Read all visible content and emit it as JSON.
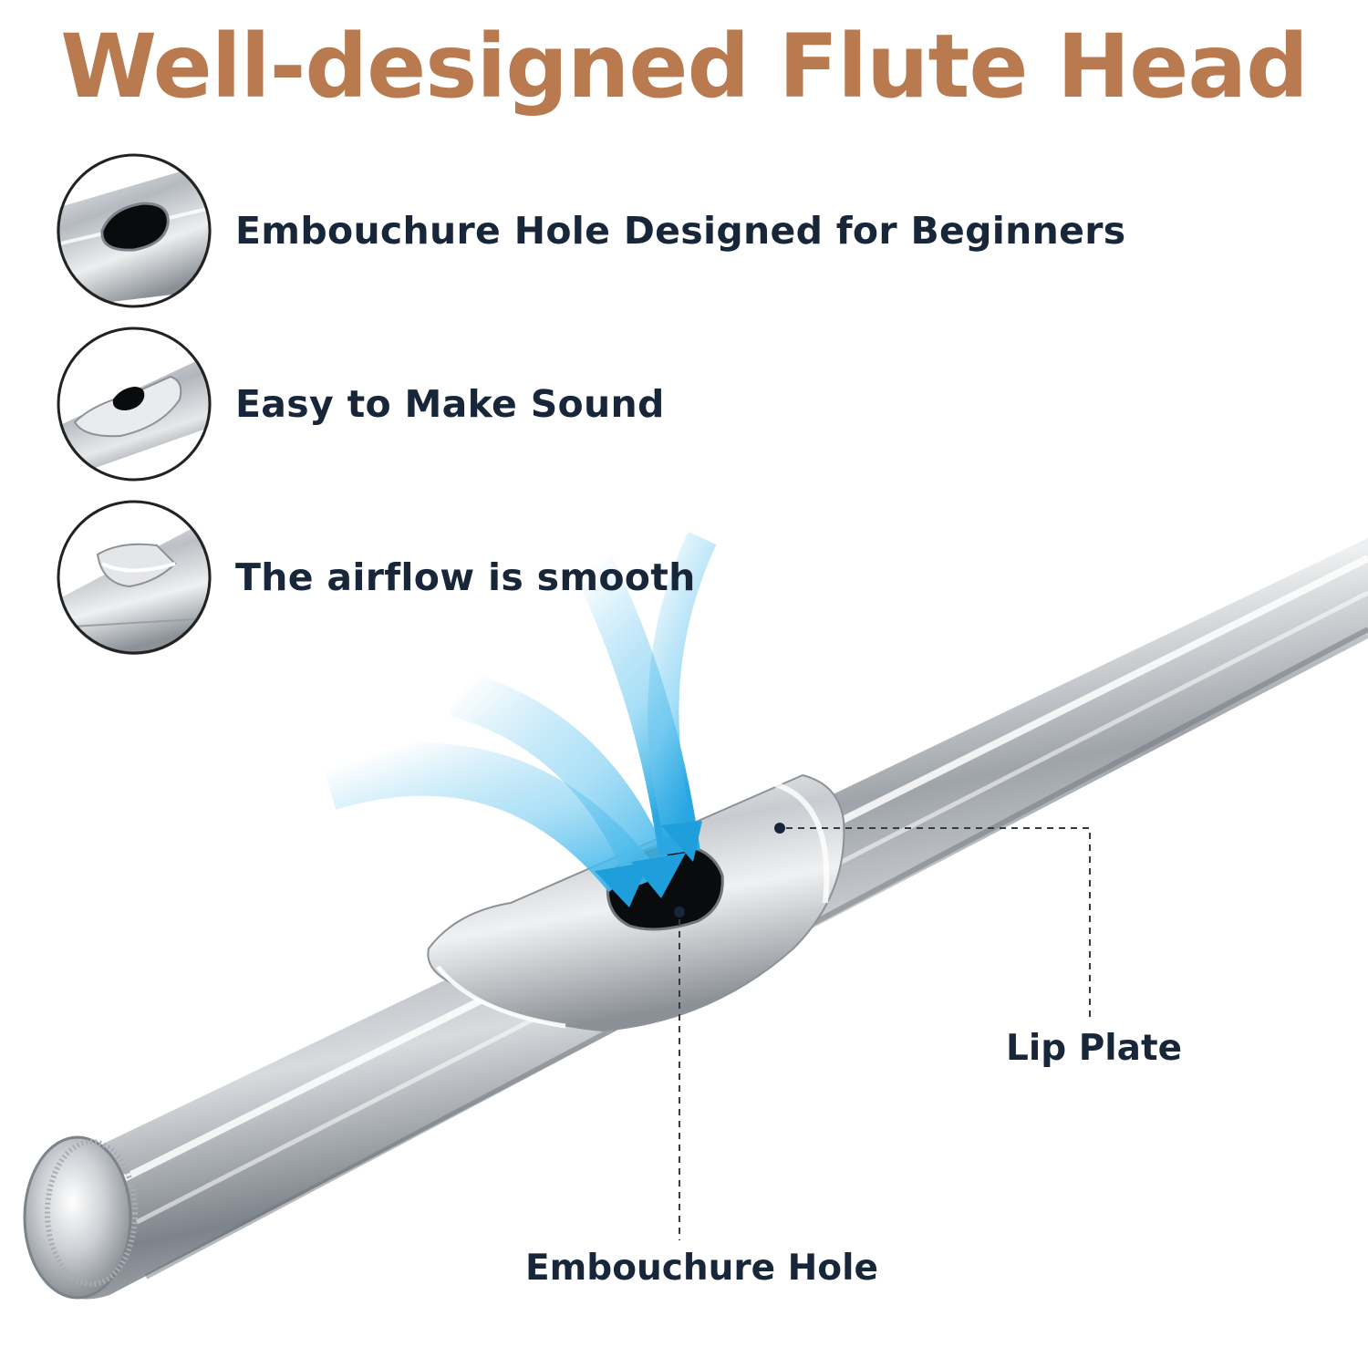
{
  "title": "Well-designed Flute Head",
  "colors": {
    "title": "#b87a4e",
    "text": "#18263a",
    "silver": "#c9cdd2",
    "airflow": "#3fb6ea",
    "thumb_border": "#222222"
  },
  "features": [
    {
      "label": "Embouchure Hole Designed for Beginners",
      "icon": "embouchure-hole-closeup-icon"
    },
    {
      "label": "Easy to Make Sound",
      "icon": "lip-plate-closeup-icon"
    },
    {
      "label": "The airflow is smooth",
      "icon": "airflow-edge-closeup-icon"
    }
  ],
  "callouts": {
    "lip_plate": "Lip Plate",
    "embouchure_hole": "Embouchure Hole"
  }
}
